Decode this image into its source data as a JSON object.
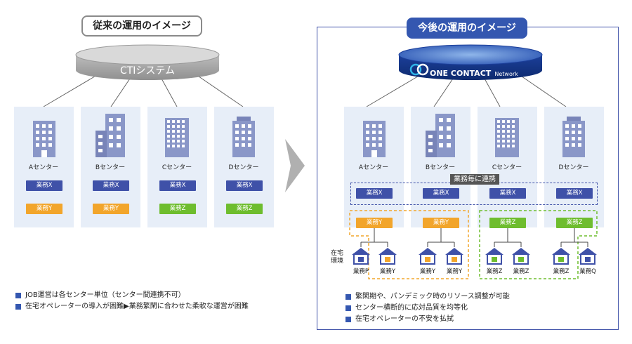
{
  "left": {
    "title": "従来の運用のイメージ",
    "system_label": "CTIシステム",
    "centers": [
      {
        "name": "Aセンター",
        "task1": "業務X",
        "task2": "業務Y",
        "task2_color": "y"
      },
      {
        "name": "Bセンター",
        "task1": "業務X",
        "task2": "業務Y",
        "task2_color": "y"
      },
      {
        "name": "Cセンター",
        "task1": "業務X",
        "task2": "業務Z",
        "task2_color": "z"
      },
      {
        "name": "Dセンター",
        "task1": "業務X",
        "task2": "業務Z",
        "task2_color": "z"
      }
    ],
    "bullets": [
      "JOB運営は各センター単位（センター間連携不可）",
      "在宅オペレーターの導入が困難▶業務繁閑に合わせた柔軟な運営が困難"
    ]
  },
  "right": {
    "title": "今後の運用のイメージ",
    "system_label_strong": "ONE CONTACT",
    "system_label_light": "Network",
    "cooperation_label": "業務毎に連携",
    "remote_label": "在宅\n環境",
    "centers": [
      {
        "name": "Aセンター",
        "task1": "業務X"
      },
      {
        "name": "Bセンター",
        "task1": "業務X"
      },
      {
        "name": "Cセンター",
        "task1": "業務X"
      },
      {
        "name": "Dセンター",
        "task1": "業務X"
      }
    ],
    "group_tags": [
      "業務Y",
      "業務Y",
      "業務Z",
      "業務Z"
    ],
    "homes": [
      "業務P",
      "業務Y",
      "業務Y",
      "業務Y",
      "業務Z",
      "業務Z",
      "業務Z",
      "業務Q"
    ],
    "bullets": [
      "繁閑期や、パンデミック時のリソース調整が可能",
      "センター横断的に応対品質を均等化",
      "在宅オペレーターの不安を払拭"
    ]
  },
  "colors": {
    "blue": "#3f51a8",
    "yellow": "#f2a52b",
    "green": "#6ebd2e",
    "panel": "#e7eef8"
  }
}
